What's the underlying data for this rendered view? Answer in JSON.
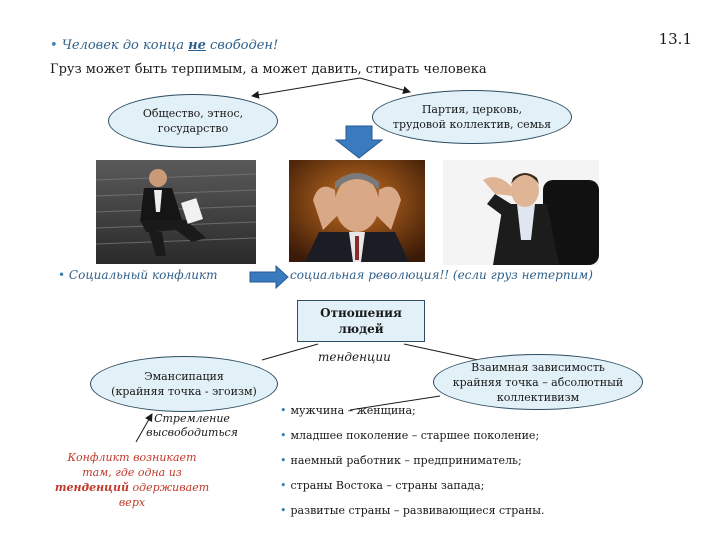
{
  "slide_number": "13.1",
  "heading": {
    "bullet": "•",
    "part1": "Человек до конца",
    "neg": "не",
    "part2": "свободен!"
  },
  "subtitle": "Груз может быть терпимым, а может давить, стирать человека",
  "ellipse_left": {
    "line1": "Общество, этнос,",
    "line2": "государство"
  },
  "ellipse_right": {
    "line1": "Партия, церковь,",
    "line2": "трудовой коллектив, семья"
  },
  "social_conflict": {
    "bullet": "•",
    "text": "Социальный конфликт"
  },
  "revolution": "социальная революция!! (если груз нетерпим)",
  "relations_box": {
    "line1": "Отношения",
    "line2": "людей"
  },
  "tendencies": "тенденции",
  "emancipation": {
    "line1": "Эмансипация",
    "line2": "(крайняя точка - эгоизм)"
  },
  "dependence": {
    "line1": "Взаимная зависимость",
    "line2": "крайняя точка – абсолютный",
    "line3": "коллективизм"
  },
  "striving": {
    "line1": "Стремление",
    "line2": "высвободиться"
  },
  "conflict_note": {
    "line1": "Конфликт возникает",
    "line2": "там, где одна из",
    "bold": "тенденций",
    "line3_rest": "одерживает",
    "line4": "верх"
  },
  "pairs": [
    "мужчина – женщина;",
    "младшее поколение – старшее поколение;",
    "наемный работник – предприниматель;",
    "страны Востока – страны запада;",
    "развитые страны – развивающиеся страны."
  ],
  "colors": {
    "ellipse_fill": "#e2f1f8",
    "accent_blue": "#2f5f8a",
    "arrow_blue": "#3a7bc0",
    "conflict_red": "#c0392b"
  },
  "icons": [
    "stressed-man-on-stairs-photo",
    "man-holding-head-photo",
    "tired-man-in-office-chair-photo"
  ]
}
